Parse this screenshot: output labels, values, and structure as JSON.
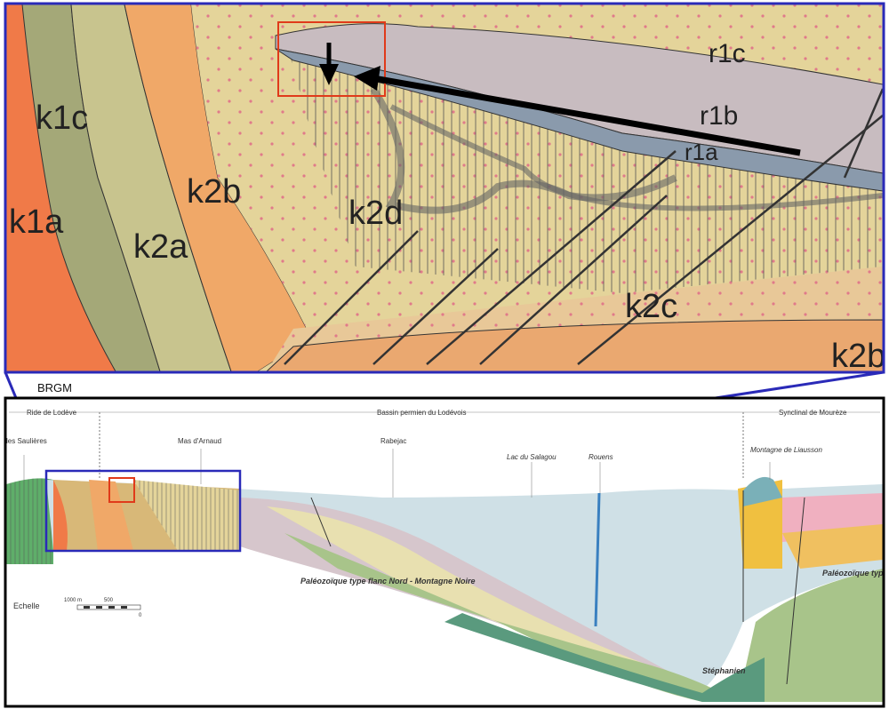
{
  "source_label": "BRGM",
  "detail_view": {
    "labels": [
      "k1c",
      "k1a",
      "k2a",
      "k2b",
      "k2d",
      "k2c",
      "k2b",
      "r1c",
      "r1b",
      "r1a"
    ]
  },
  "section": {
    "regions": [
      "Ride de Lodève",
      "Bassin permien du Lodévois",
      "Synclinal de Mourèze"
    ],
    "localities": [
      "les Saulières",
      "Mas d'Arnaud",
      "Rabejac",
      "Lac du Salagou",
      "Rouens",
      "Montagne de Liausson"
    ],
    "formations": [
      "Paléozoïque type flanc Nord - Montagne Noire",
      "Stéphanien",
      "Paléozoïque typ"
    ],
    "scale": {
      "title": "Echelle",
      "left": "1000 m",
      "mid": "500",
      "zero": "0"
    }
  },
  "colors": {
    "zoom_frame": "#2a2ab8",
    "highlight": "#e03a1a",
    "frame": "#000000"
  }
}
